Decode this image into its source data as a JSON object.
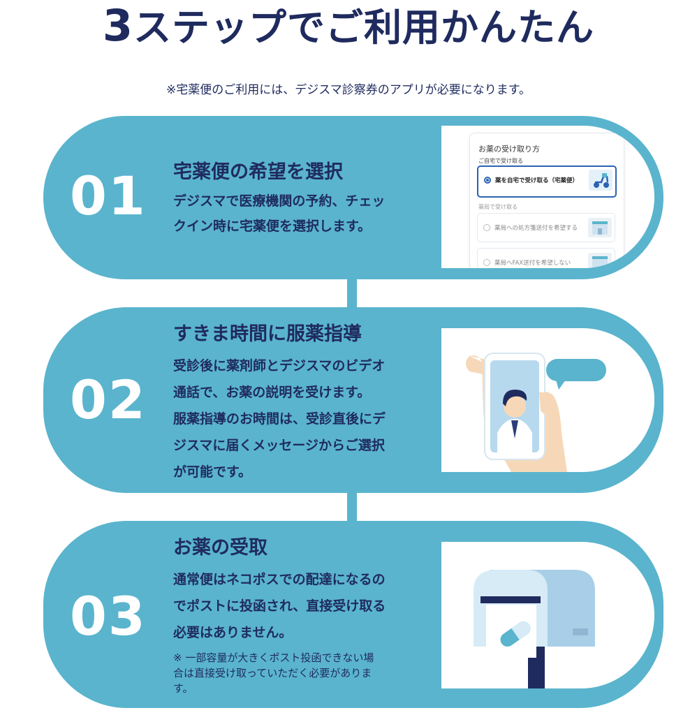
{
  "header": {
    "title_number": "3",
    "title_rest": "ステップでご利用かんたん",
    "note": "※宅薬便のご利用には、デジスマ診察券のアプリが必要になります。"
  },
  "steps": [
    {
      "number": "01",
      "title": "宅薬便の希望を選択",
      "lines": [
        "デジスマで医療機関の予約、チェッ",
        "クイン時に宅薬便を選択します。"
      ],
      "form": {
        "title": "お薬の受け取り方",
        "section_home": "ご自宅で受け取る",
        "option_selected": "薬を自宅で受け取る（宅薬便）",
        "section_pharmacy": "薬局で受け取る",
        "option_2": "薬局への処方箋送付を希望する",
        "option_3": "薬局へFAX送付を希望しない"
      }
    },
    {
      "number": "02",
      "title": "すきま時間に服薬指導",
      "lines": [
        "受診後に薬剤師とデジスマのビデオ",
        "通話で、お薬の説明を受けます。",
        "服薬指導のお時間は、受診直後にデ",
        "ジスマに届くメッセージからご選択",
        "が可能です。"
      ]
    },
    {
      "number": "03",
      "title": "お薬の受取",
      "lines": [
        "通常便はネコポスでの配達になるの",
        "でポストに投函され、直接受け取る",
        "必要はありません。"
      ],
      "sub_lines": [
        "※ 一部容量が大きくポスト投函できない場",
        "合は直接受け取っていただく必要がありま",
        "す。"
      ]
    }
  ],
  "colors": {
    "pill": "#5ab4cd",
    "navy": "#1f2b5e",
    "accent_blue": "#2b63b2"
  },
  "icons": [
    "scooter-icon",
    "pharmacy-icon",
    "phone-video-call-icon",
    "mailbox-icon",
    "capsule-icon"
  ]
}
